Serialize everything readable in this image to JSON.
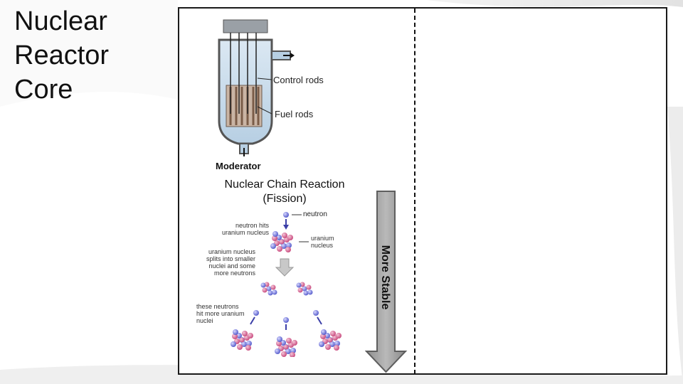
{
  "slide": {
    "title": "Nuclear Reactor Core"
  },
  "reactor": {
    "control_rods_label": "Control rods",
    "fuel_rods_label": "Fuel rods",
    "moderator_label": "Moderator"
  },
  "chain": {
    "title_line1": "Nuclear Chain Reaction",
    "title_line2": "(Fission)",
    "neutron_label": "neutron",
    "neutron_hits_label": "neutron hits uranium nucleus",
    "uranium_nucleus_label": "uranium nucleus",
    "splits_label": "uranium nucleus splits into smaller nuclei and some more neutrons",
    "these_neutrons_label": "these neutrons hit more uranium nuclei"
  },
  "stability": {
    "label": "More Stable"
  }
}
